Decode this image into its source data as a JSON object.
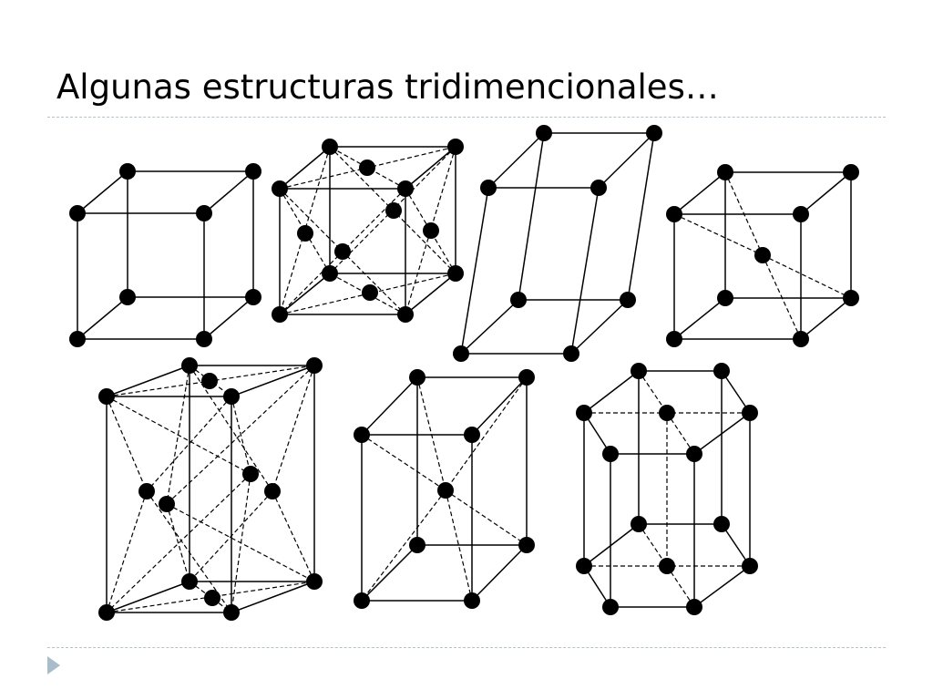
{
  "slide": {
    "title": "Algunas estructuras tridimencionales…"
  },
  "structures": [
    {
      "name": "cubic-simple"
    },
    {
      "name": "cubic-face-centered"
    },
    {
      "name": "monoclinic"
    },
    {
      "name": "cubic-body-centered"
    },
    {
      "name": "hexagonal-prism-type"
    },
    {
      "name": "tetragonal-body-centered"
    },
    {
      "name": "hexagonal"
    }
  ],
  "icons": {
    "bullet": "triangle-bullet-icon"
  },
  "colors": {
    "ink": "#000000",
    "rule": "#b4c2cc",
    "bullet": "#a9bcc9"
  }
}
